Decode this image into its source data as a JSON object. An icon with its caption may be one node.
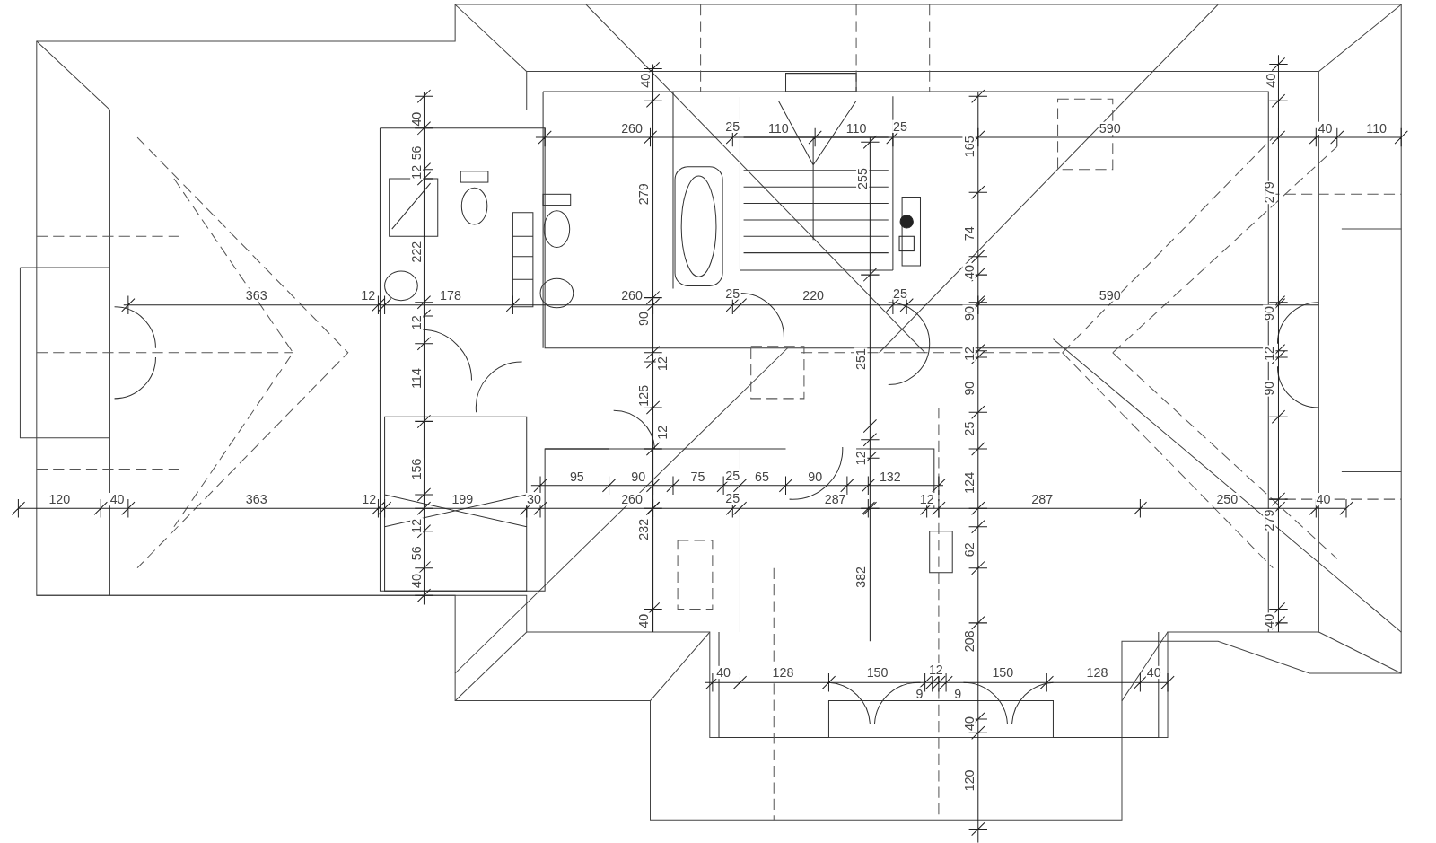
{
  "diagram": {
    "labels": [
      "40",
      "40",
      "40",
      "260",
      "25",
      "110",
      "110",
      "25",
      "590",
      "40",
      "110",
      "56",
      "165",
      "12",
      "279",
      "255",
      "279",
      "74",
      "222",
      "40",
      "363",
      "12",
      "178",
      "260",
      "25",
      "220",
      "25",
      "590",
      "12",
      "90",
      "90",
      "90",
      "12",
      "12",
      "251",
      "12",
      "114",
      "90",
      "90",
      "125",
      "12",
      "25",
      "12",
      "156",
      "95",
      "90",
      "75",
      "25",
      "65",
      "90",
      "132",
      "124",
      "120",
      "40",
      "363",
      "12",
      "199",
      "30",
      "260",
      "25",
      "287",
      "12",
      "287",
      "250",
      "40",
      "279",
      "12",
      "232",
      "56",
      "62",
      "40",
      "382",
      "40",
      "40",
      "208",
      "40",
      "128",
      "150",
      "12",
      "150",
      "128",
      "40",
      "9",
      "9",
      "40",
      "120"
    ]
  }
}
